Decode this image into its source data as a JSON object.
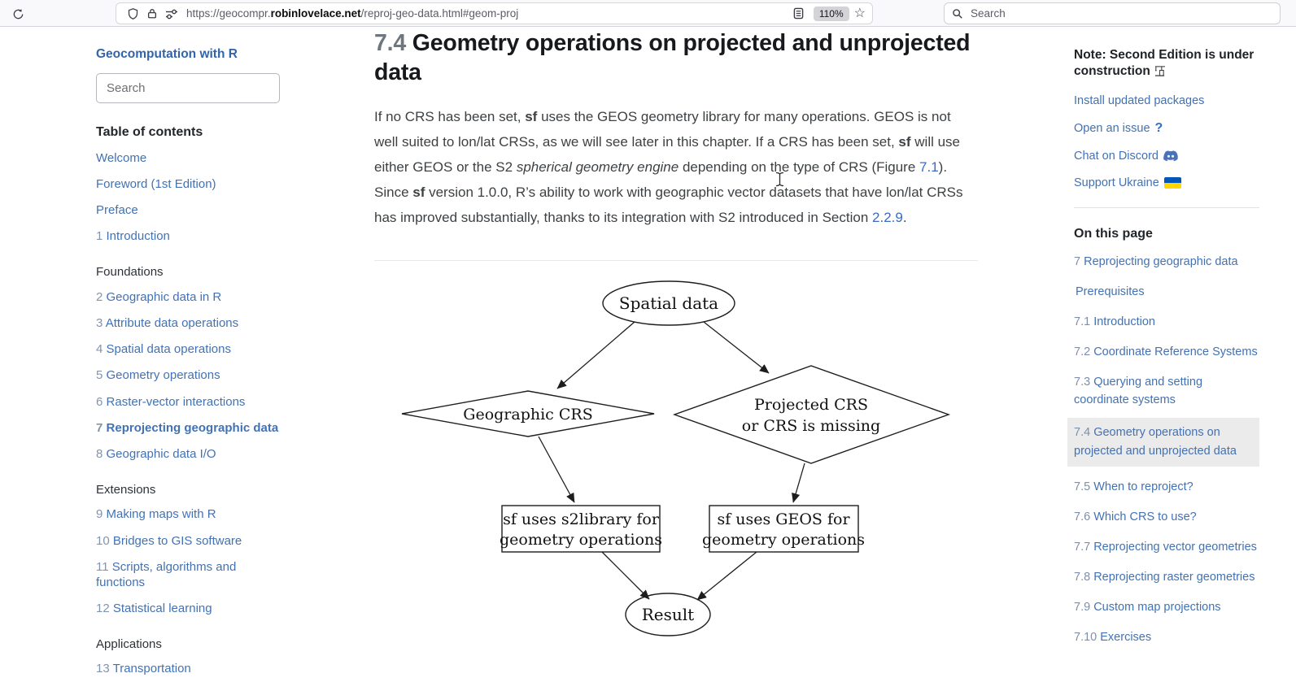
{
  "browser": {
    "url_scheme_host": "https://geocompr.",
    "url_domain": "robinlovelace.net",
    "url_path": "/reproj-geo-data.html#geom-proj",
    "zoom_level": "110%",
    "star_glyph": "☆",
    "search_placeholder": "Search"
  },
  "sidebar": {
    "title": "Geocomputation with R",
    "search_placeholder": "Search",
    "toc_heading": "Table of contents",
    "items": [
      {
        "num": "",
        "label": "Welcome"
      },
      {
        "num": "",
        "label": "Foreword (1st Edition)"
      },
      {
        "num": "",
        "label": "Preface"
      },
      {
        "num": "1",
        "label": "Introduction"
      }
    ],
    "foundations_header": "Foundations",
    "foundations": [
      {
        "num": "2",
        "label": "Geographic data in R"
      },
      {
        "num": "3",
        "label": "Attribute data operations"
      },
      {
        "num": "4",
        "label": "Spatial data operations"
      },
      {
        "num": "5",
        "label": "Geometry operations"
      },
      {
        "num": "6",
        "label": "Raster-vector interactions"
      },
      {
        "num": "7",
        "label": "Reprojecting geographic data"
      },
      {
        "num": "8",
        "label": "Geographic data I/O"
      }
    ],
    "extensions_header": "Extensions",
    "extensions": [
      {
        "num": "9",
        "label": "Making maps with R"
      },
      {
        "num": "10",
        "label": "Bridges to GIS software"
      },
      {
        "num": "11",
        "label": "Scripts, algorithms and functions"
      },
      {
        "num": "12",
        "label": "Statistical learning"
      }
    ],
    "applications_header": "Applications",
    "applications": [
      {
        "num": "13",
        "label": "Transportation"
      }
    ]
  },
  "main": {
    "heading_number": "7.4",
    "heading_text": "Geometry operations on projected and unprojected data",
    "p1": "If no CRS has been set, ",
    "p2": "sf",
    "p3": " uses the GEOS geometry library for many operations. GEOS is not well suited to lon/lat CRSs, as we will see later in this chapter. If a CRS has been set, ",
    "p4": "sf",
    "p5": " will use either GEOS or the S2 ",
    "p6": "spherical geometry engine",
    "p7": " depending on the type of CRS (Figure ",
    "p8": "7.1",
    "p9": "). Since ",
    "p10": "sf",
    "p11": " version 1.0.0, R’s ability to work with geographic vector datasets that have lon/lat CRSs has improved substantially, thanks to its integration with S2 introduced in Section ",
    "p12": "2.2.9",
    "p13": "."
  },
  "diagram": {
    "spatial_data": "Spatial data",
    "geographic_crs": "Geographic CRS",
    "projected_crs_line1": "Projected CRS",
    "projected_crs_line2": "or CRS is missing",
    "s2_line1": "sf uses s2library for",
    "s2_line2": "geometry operations",
    "geos_line1": "sf uses GEOS for",
    "geos_line2": "geometry operations",
    "result": "Result"
  },
  "rightbar": {
    "note_title": "Note: Second Edition is under construction",
    "links": [
      {
        "label": "Install updated packages"
      },
      {
        "label": "Open an issue"
      },
      {
        "label": "Chat on Discord"
      },
      {
        "label": "Support Ukraine"
      }
    ],
    "question_glyph": "?",
    "otp_heading": "On this page",
    "otp": [
      {
        "num": "7",
        "label": "Reprojecting geographic data"
      },
      {
        "num": "",
        "label": "Prerequisites"
      },
      {
        "num": "7.1",
        "label": "Introduction"
      },
      {
        "num": "7.2",
        "label": "Coordinate Reference Systems"
      },
      {
        "num": "7.3",
        "label": "Querying and setting coordinate systems"
      },
      {
        "num": "7.4",
        "label": "Geometry operations on projected and unprojected data"
      },
      {
        "num": "7.5",
        "label": "When to reproject?"
      },
      {
        "num": "7.6",
        "label": "Which CRS to use?"
      },
      {
        "num": "7.7",
        "label": "Reprojecting vector geometries"
      },
      {
        "num": "7.8",
        "label": "Reprojecting raster geometries"
      },
      {
        "num": "7.9",
        "label": "Custom map projections"
      },
      {
        "num": "7.10",
        "label": "Exercises"
      }
    ]
  }
}
